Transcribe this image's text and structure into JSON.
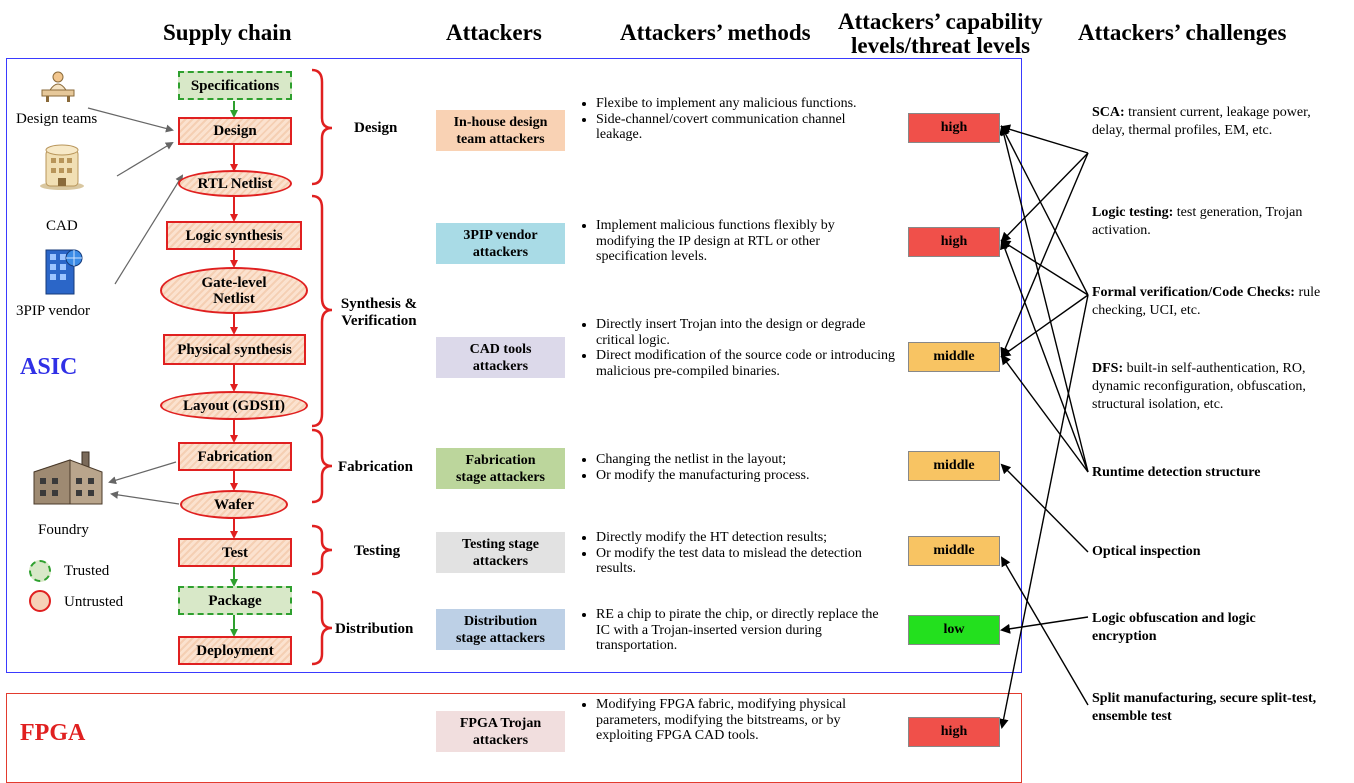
{
  "headers": {
    "supply_chain": "Supply chain",
    "attackers": "Attackers",
    "methods": "Attackers’ methods",
    "levels_line1": "Attackers’ capability",
    "levels_line2": "levels/threat levels",
    "challenges": "Attackers’ challenges"
  },
  "sections": {
    "asic": "ASIC",
    "fpga": "FPGA"
  },
  "icons": {
    "design_teams": "Design teams",
    "cad": "CAD",
    "vendor": "3PIP vendor",
    "foundry": "Foundry"
  },
  "legend": {
    "trusted": "Trusted",
    "untrusted": "Untrusted"
  },
  "flow": {
    "specifications": "Specifications",
    "design": "Design",
    "rtl_netlist": "RTL Netlist",
    "logic_synthesis": "Logic synthesis",
    "gate_level_1": "Gate-level",
    "gate_level_2": "Netlist",
    "physical_synthesis": "Physical synthesis",
    "layout": "Layout (GDSII)",
    "fabrication": "Fabrication",
    "wafer": "Wafer",
    "test": "Test",
    "package": "Package",
    "deployment": "Deployment"
  },
  "stages": {
    "design": "Design",
    "synth_1": "Synthesis &",
    "synth_2": "Verification",
    "fabrication": "Fabrication",
    "testing": "Testing",
    "distribution": "Distribution"
  },
  "attackers": {
    "inhouse_1": "In-house design",
    "inhouse_2": "team attackers",
    "pip_1": "3PIP vendor",
    "pip_2": "attackers",
    "cad_1": "CAD tools",
    "cad_2": "attackers",
    "fab_1": "Fabrication",
    "fab_2": "stage attackers",
    "test_1": "Testing stage",
    "test_2": "attackers",
    "dist_1": "Distribution",
    "dist_2": "stage attackers",
    "fpga_1": "FPGA Trojan",
    "fpga_2": "attackers"
  },
  "methods": {
    "inhouse": [
      "Flexibe to implement any malicious functions.",
      "Side-channel/covert communication channel leakage."
    ],
    "pip": [
      "Implement malicious functions flexibly by modifying the IP design at RTL or other specification levels."
    ],
    "cad": [
      "Directly insert Trojan into the design or degrade critical logic.",
      "Direct modification of the source code or introducing malicious pre-compiled binaries."
    ],
    "fab": [
      "Changing the netlist in the layout;",
      "Or modify the manufacturing process."
    ],
    "test": [
      "Directly modify the HT detection results;",
      "Or modify the test data to mislead the detection results."
    ],
    "dist": [
      "RE a chip to pirate the chip, or directly replace the IC with a Trojan-inserted version during transportation."
    ],
    "fpga": [
      "Modifying FPGA fabric, modifying physical parameters, modifying the bitstreams, or by exploiting FPGA CAD tools."
    ]
  },
  "levels": {
    "inhouse": "high",
    "pip": "high",
    "cad": "middle",
    "fab": "middle",
    "test": "middle",
    "dist": "low",
    "fpga": "high"
  },
  "challenges": {
    "sca_title": "SCA:",
    "sca_text": " transient current, leakage power, delay, thermal profiles, EM, etc.",
    "logic_title": "Logic testing:",
    "logic_text": " test generation, Trojan activation.",
    "formal_title": "Formal verification/Code Checks:",
    "formal_text": " rule checking, UCI, etc.",
    "dfs_title": "DFS:",
    "dfs_text": " built-in self-authentication, RO, dynamic reconfiguration, obfuscation, structural isolation, etc.",
    "runtime": "Runtime detection structure",
    "optical": "Optical inspection",
    "obfusc": "Logic obfuscation and logic encryption",
    "split": "Split manufacturing, secure split-test, ensemble test"
  },
  "colors": {
    "asic_frame": "#3a3aff",
    "fpga_frame": "#e23b2e",
    "untrusted_border": "#e02020",
    "trusted_border": "#2ea02e",
    "high": "#f0504a",
    "middle": "#f8c463",
    "low": "#23e01e"
  }
}
